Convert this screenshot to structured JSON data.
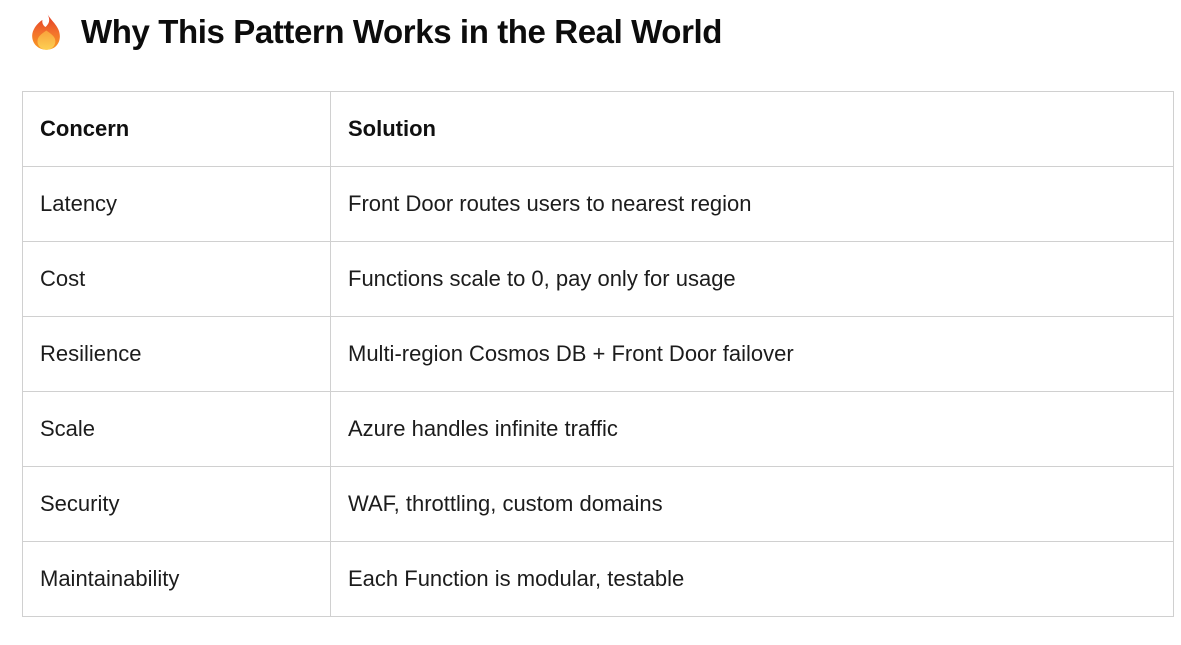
{
  "header": {
    "icon": "fire-icon",
    "title": "Why This Pattern Works in the Real World"
  },
  "table": {
    "columns": [
      "Concern",
      "Solution"
    ],
    "rows": [
      {
        "concern": "Latency",
        "solution": "Front Door routes users to nearest region"
      },
      {
        "concern": "Cost",
        "solution": "Functions scale to 0, pay only for usage"
      },
      {
        "concern": "Resilience",
        "solution": "Multi-region Cosmos DB + Front Door failover"
      },
      {
        "concern": "Scale",
        "solution": "Azure handles infinite traffic"
      },
      {
        "concern": "Security",
        "solution": "WAF, throttling, custom domains"
      },
      {
        "concern": "Maintainability",
        "solution": "Each Function is modular, testable"
      }
    ]
  },
  "colors": {
    "background": "#ffffff",
    "heading_text": "#0c0c0c",
    "body_text": "#1c1c1c",
    "table_border": "#d0d0d0",
    "fire_outer_top": "#e23a24",
    "fire_outer_mid": "#f2702c",
    "fire_outer_bottom": "#f99b21",
    "fire_inner_top": "#f9a23b",
    "fire_inner_bottom": "#fcd053"
  }
}
